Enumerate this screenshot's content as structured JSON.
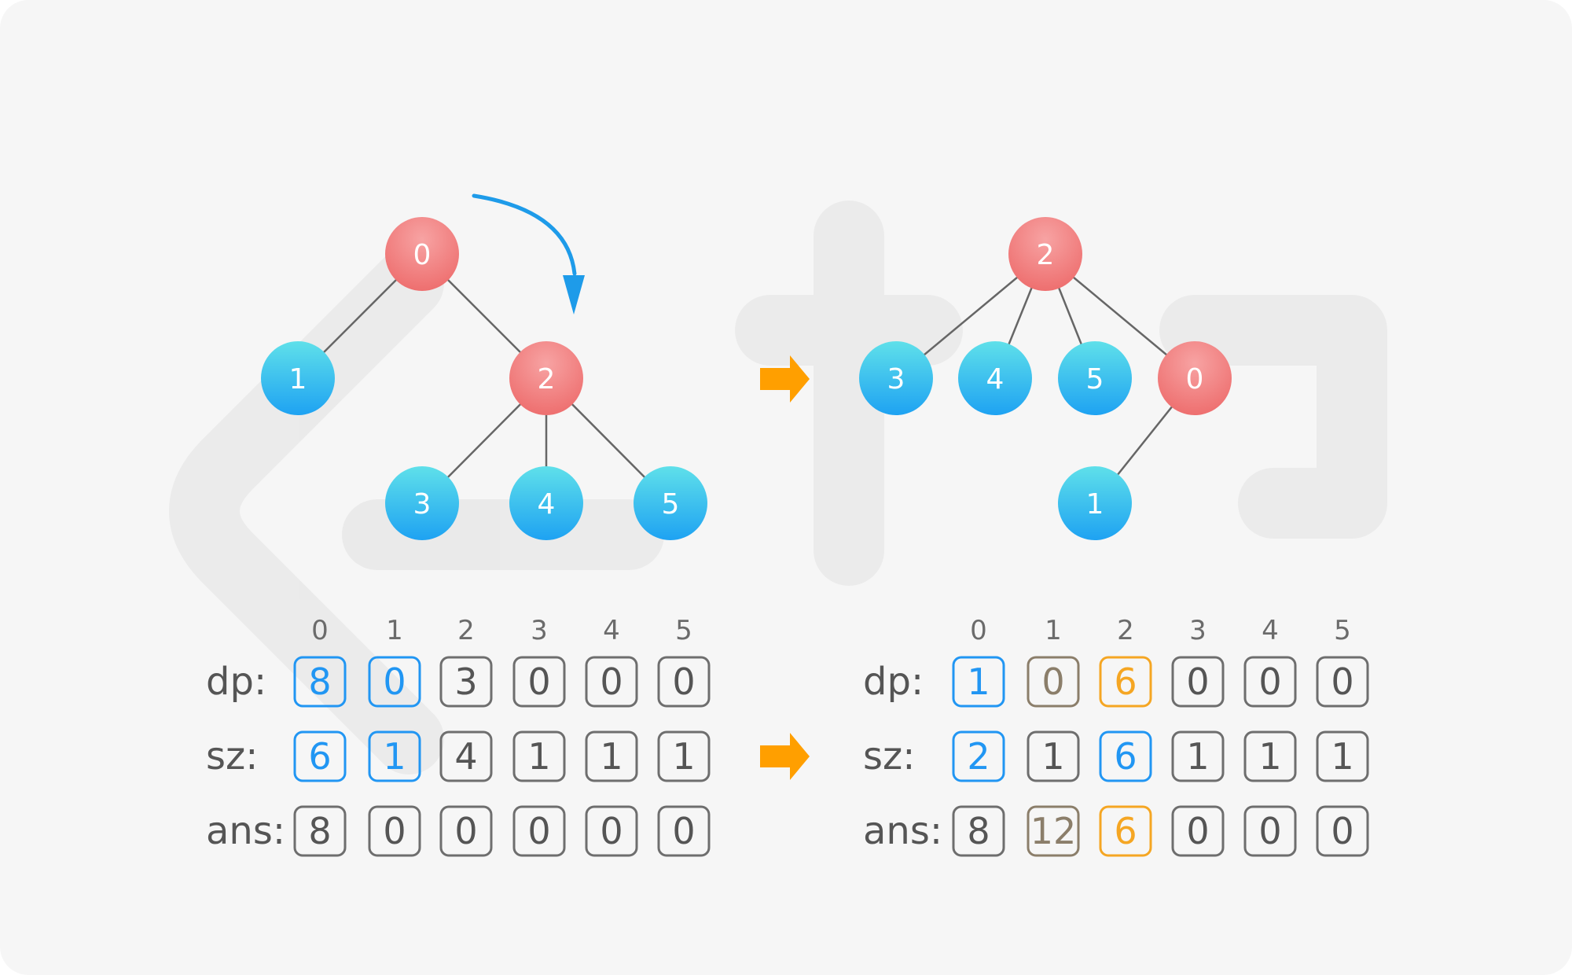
{
  "colors": {
    "background": "#f6f6f6",
    "node_root": "#f07f7f",
    "node_child": "#27b3ea",
    "edge": "#666666",
    "cell_border_default": "#6e6e6e",
    "cell_blue": "#2196f3",
    "cell_orange": "#f5a623",
    "cell_brown": "#8b7e6a",
    "arrow_orange": "#ff9f00",
    "arrow_blue": "#1e9be9"
  },
  "icons": {
    "transition_arrow": "arrow-right-icon",
    "reroot_arrow": "curved-arrow-icon"
  },
  "left_tree": {
    "nodes": [
      {
        "id": "0",
        "label": "0",
        "kind": "root"
      },
      {
        "id": "1",
        "label": "1",
        "kind": "child"
      },
      {
        "id": "2",
        "label": "2",
        "kind": "root"
      },
      {
        "id": "3",
        "label": "3",
        "kind": "child"
      },
      {
        "id": "4",
        "label": "4",
        "kind": "child"
      },
      {
        "id": "5",
        "label": "5",
        "kind": "child"
      }
    ],
    "edges": [
      [
        "0",
        "1"
      ],
      [
        "0",
        "2"
      ],
      [
        "2",
        "3"
      ],
      [
        "2",
        "4"
      ],
      [
        "2",
        "5"
      ]
    ]
  },
  "right_tree": {
    "nodes": [
      {
        "id": "2",
        "label": "2",
        "kind": "root"
      },
      {
        "id": "3",
        "label": "3",
        "kind": "child"
      },
      {
        "id": "4",
        "label": "4",
        "kind": "child"
      },
      {
        "id": "5",
        "label": "5",
        "kind": "child"
      },
      {
        "id": "0",
        "label": "0",
        "kind": "root"
      },
      {
        "id": "1",
        "label": "1",
        "kind": "child"
      }
    ],
    "edges": [
      [
        "2",
        "3"
      ],
      [
        "2",
        "4"
      ],
      [
        "2",
        "5"
      ],
      [
        "2",
        "0"
      ],
      [
        "0",
        "1"
      ]
    ]
  },
  "tables": {
    "left": {
      "indices": [
        "0",
        "1",
        "2",
        "3",
        "4",
        "5"
      ],
      "rows": [
        {
          "label": "dp:",
          "cells": [
            {
              "value": "8",
              "style": "blue"
            },
            {
              "value": "0",
              "style": "blue"
            },
            {
              "value": "3",
              "style": "default"
            },
            {
              "value": "0",
              "style": "default"
            },
            {
              "value": "0",
              "style": "default"
            },
            {
              "value": "0",
              "style": "default"
            }
          ]
        },
        {
          "label": "sz:",
          "cells": [
            {
              "value": "6",
              "style": "blue"
            },
            {
              "value": "1",
              "style": "blue"
            },
            {
              "value": "4",
              "style": "default"
            },
            {
              "value": "1",
              "style": "default"
            },
            {
              "value": "1",
              "style": "default"
            },
            {
              "value": "1",
              "style": "default"
            }
          ]
        },
        {
          "label": "ans:",
          "cells": [
            {
              "value": "8",
              "style": "default"
            },
            {
              "value": "0",
              "style": "default"
            },
            {
              "value": "0",
              "style": "default"
            },
            {
              "value": "0",
              "style": "default"
            },
            {
              "value": "0",
              "style": "default"
            },
            {
              "value": "0",
              "style": "default"
            }
          ]
        }
      ]
    },
    "right": {
      "indices": [
        "0",
        "1",
        "2",
        "3",
        "4",
        "5"
      ],
      "rows": [
        {
          "label": "dp:",
          "cells": [
            {
              "value": "1",
              "style": "blue"
            },
            {
              "value": "0",
              "style": "brown"
            },
            {
              "value": "6",
              "style": "orange"
            },
            {
              "value": "0",
              "style": "default"
            },
            {
              "value": "0",
              "style": "default"
            },
            {
              "value": "0",
              "style": "default"
            }
          ]
        },
        {
          "label": "sz:",
          "cells": [
            {
              "value": "2",
              "style": "blue"
            },
            {
              "value": "1",
              "style": "default"
            },
            {
              "value": "6",
              "style": "blue"
            },
            {
              "value": "1",
              "style": "default"
            },
            {
              "value": "1",
              "style": "default"
            },
            {
              "value": "1",
              "style": "default"
            }
          ]
        },
        {
          "label": "ans:",
          "cells": [
            {
              "value": "8",
              "style": "default"
            },
            {
              "value": "12",
              "style": "brown"
            },
            {
              "value": "6",
              "style": "orange"
            },
            {
              "value": "0",
              "style": "default"
            },
            {
              "value": "0",
              "style": "default"
            },
            {
              "value": "0",
              "style": "default"
            }
          ]
        }
      ]
    }
  }
}
